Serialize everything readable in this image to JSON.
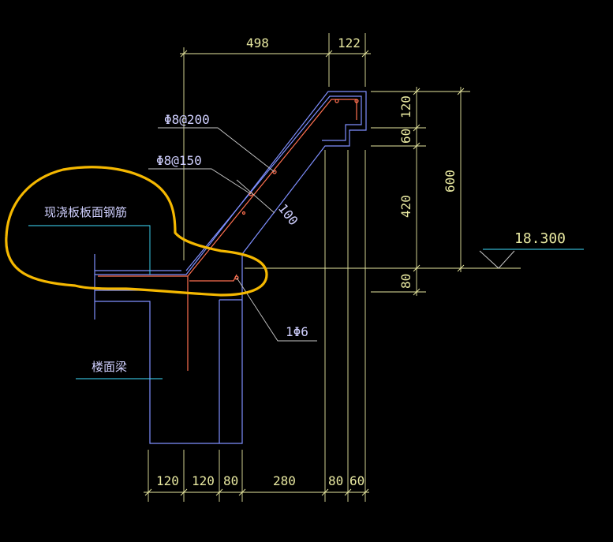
{
  "colors": {
    "background": "#000000",
    "outline": "#7f8fff",
    "dimension": "#ffff80",
    "rebar": "#ff6060",
    "leader": "#c8c8c8",
    "label_line": "#40e0ff",
    "highlight": "#f5b800"
  },
  "labels": {
    "rebar_top": "Φ8@200",
    "rebar_mid": "Φ8@150",
    "slab_rebar": "现浇板板面钢筋",
    "beam": "楼面梁",
    "bar_1phi6": "1Φ6",
    "thickness_100": "100"
  },
  "elevation": {
    "value": "18.300"
  },
  "dimensions": {
    "top": [
      "498",
      "122"
    ],
    "right_inner": [
      "120",
      "60",
      "420",
      "80"
    ],
    "right_outer": [
      "600"
    ],
    "bottom": [
      "120",
      "120",
      "80",
      "280",
      "80",
      "60"
    ]
  }
}
